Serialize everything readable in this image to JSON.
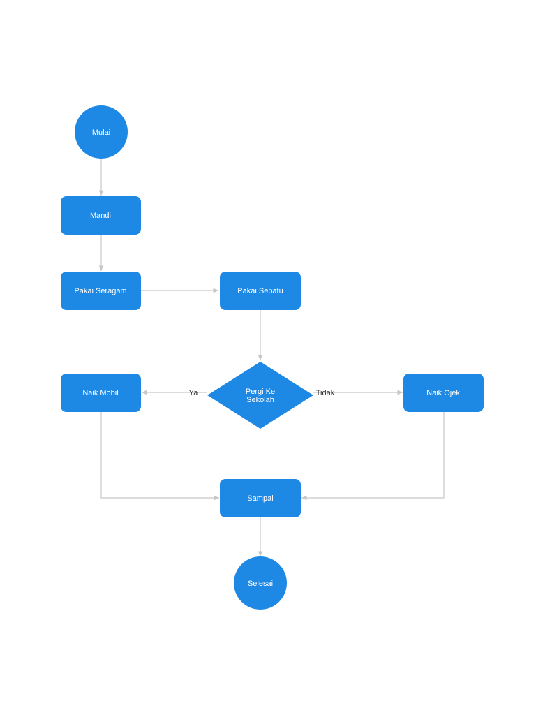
{
  "colors": {
    "node_fill": "#1e88e5",
    "node_text": "#ffffff",
    "edge": "#c7c7c7",
    "edge_label": "#333333"
  },
  "nodes": {
    "start": {
      "shape": "circle",
      "label": "Mulai"
    },
    "mandi": {
      "shape": "rounded-rect",
      "label": "Mandi"
    },
    "pakai_seragam": {
      "shape": "rounded-rect",
      "label": "Pakai Seragam"
    },
    "pakai_sepatu": {
      "shape": "rounded-rect",
      "label": "Pakai Sepatu"
    },
    "decision": {
      "shape": "diamond",
      "label_line1": "Pergi Ke",
      "label_line2": "Sekolah"
    },
    "naik_mobil": {
      "shape": "rounded-rect",
      "label": "Naik Mobil"
    },
    "naik_ojek": {
      "shape": "rounded-rect",
      "label": "Naik Ojek"
    },
    "sampai": {
      "shape": "rounded-rect",
      "label": "Sampai"
    },
    "end": {
      "shape": "circle",
      "label": "Selesai"
    }
  },
  "edges": [
    {
      "from": "start",
      "to": "mandi",
      "label": ""
    },
    {
      "from": "mandi",
      "to": "pakai_seragam",
      "label": ""
    },
    {
      "from": "pakai_seragam",
      "to": "pakai_sepatu",
      "label": ""
    },
    {
      "from": "pakai_sepatu",
      "to": "decision",
      "label": ""
    },
    {
      "from": "decision",
      "to": "naik_mobil",
      "label": "Ya"
    },
    {
      "from": "decision",
      "to": "naik_ojek",
      "label": "Tidak"
    },
    {
      "from": "naik_mobil",
      "to": "sampai",
      "label": ""
    },
    {
      "from": "naik_ojek",
      "to": "sampai",
      "label": ""
    },
    {
      "from": "sampai",
      "to": "end",
      "label": ""
    }
  ]
}
